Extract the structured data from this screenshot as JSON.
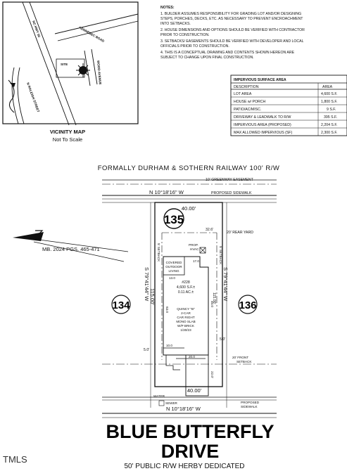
{
  "vicinity_map": {
    "title": "VICINITY MAP",
    "subtitle": "Not To Scale",
    "roads": [
      "NC HWY 50",
      "KENNEBEC ROAD",
      "N RALEIGH STREET",
      "WOOD AVENUE"
    ],
    "site_label": "SITE"
  },
  "notes": {
    "heading": "NOTES:",
    "lines": [
      "1. BUILDER ASSUMES RESPONSIBILITY FOR GRADING LOT AND/OR DESIGNING",
      "STEPS, PORCHES, DECKS, ETC. AS NECESSARY TO PREVENT ENCROACHMENT",
      "INTO SETBACKS.",
      "2. HOUSE DIMENSIONS AND OPTIONS SHOULD BE VERIFIED WITH CONTRACTOR",
      "PRIOR TO CONSTRUCTION.",
      "3. SETBACKS/ EASEMENTS SHOULD BE VERIFIED WITH DEVELOPER AND LOCAL",
      "OFFICIALS PRIOR TO CONSTRUCTION.",
      "4. THIS IS A CONCEPTUAL DRAWING AND CONTENTS SHOWN HEREON ARE",
      "SUBJECT TO CHANGE UPON FINAL CONSTRUCTION."
    ]
  },
  "impervious_table": {
    "title": "IMPERVIOUS SURFACE AREA",
    "headers": [
      "DESCRIPTION",
      "AREA"
    ],
    "rows": [
      [
        "LOT AREA",
        "4,600 S.F."
      ],
      [
        "HOUSE w/ PORCH",
        "1,800 S.F."
      ],
      [
        "PATIO/AC/MISC.",
        "9 S.F."
      ],
      [
        "DRIVEWAY & LEADWALK TO R/W",
        "395 S.F."
      ],
      [
        "IMPERVIOUS AREA (PROPOSED)",
        "2,204 S.F."
      ],
      [
        "MAX ALLOWED IMPERVIOUS (SF)",
        "2,300 S.F."
      ]
    ]
  },
  "plan": {
    "railway_label": "FORMALLY DURHAM & SOTHERN RAILWAY 100' R/W",
    "greenway_label": "10' GREENWAY EASEMENT",
    "top_bearing": "N 10°18'16\" W",
    "top_sidewalk": "PROPOSED SIDEWALK",
    "top_width": "40.00'",
    "lot_number": "135",
    "rear_yard": "20' REAR YARD",
    "rear_dim": "32.6'",
    "side_setback_left": "5' SETBACK",
    "side_setback_right": "5' SETBACK",
    "hvac_label": [
      "PROP.",
      "HVAC"
    ],
    "outdoor_label": [
      "COVERED",
      "OUTDOOR",
      "LIVING"
    ],
    "dim_17": "17.0",
    "dim_13": "13.0",
    "lot_info": [
      "#228",
      "4,600 S.F.±",
      "0.11 AC.±"
    ],
    "house_info": [
      "QUINCY \"B\"",
      "2-CAR",
      "CAR RIGHT",
      "MONO SLAB",
      "W/P BRICK",
      "1/30/23"
    ],
    "left_bearing": "S 79°41'44\" W",
    "right_bearing": "S 79°41'44\" W",
    "left_length": "115.00'",
    "right_length": "115.00'",
    "left_lot": "134",
    "right_lot": "136",
    "house_dim_left": "63.0",
    "house_dim_right": "40.0",
    "left_5": "5.0'",
    "right_5": "5.0'",
    "dim_10": "10.0",
    "dim_20": "20.0",
    "front_setback": [
      "20' FRONT",
      "SETBACK"
    ],
    "dim_22": "22.0'",
    "bottom_width": "40.00'",
    "water_label": "WATER",
    "sewer_label": "SEWER",
    "bottom_bearing": "N 10°18'16\" W",
    "bottom_sidewalk": [
      "PROPOSED",
      "SIDEWALK"
    ],
    "plat_ref": "MB. 2024 PGS. 465-471"
  },
  "street": {
    "name_line1": "BLUE BUTTERFLY",
    "name_line2": "DRIVE",
    "row_label": "50' PUBLIC R/W HERBY DEDICATED"
  },
  "watermark": "TMLS"
}
